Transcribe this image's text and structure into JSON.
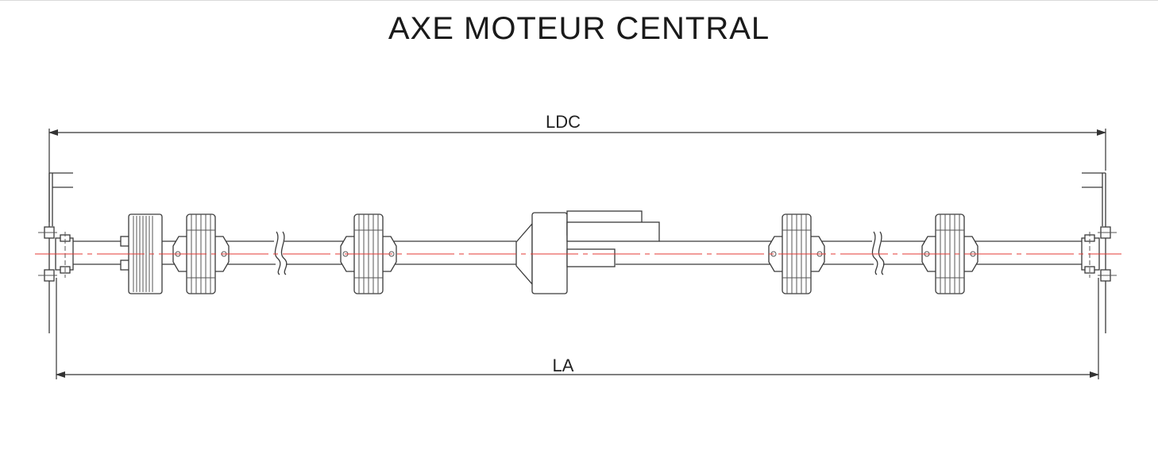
{
  "title": "AXE MOTEUR CENTRAL",
  "dimensions": {
    "top_label": "LDC",
    "bottom_label": "LA"
  },
  "colors": {
    "center_axis": "#e53935",
    "line": "#3a3a3a"
  }
}
